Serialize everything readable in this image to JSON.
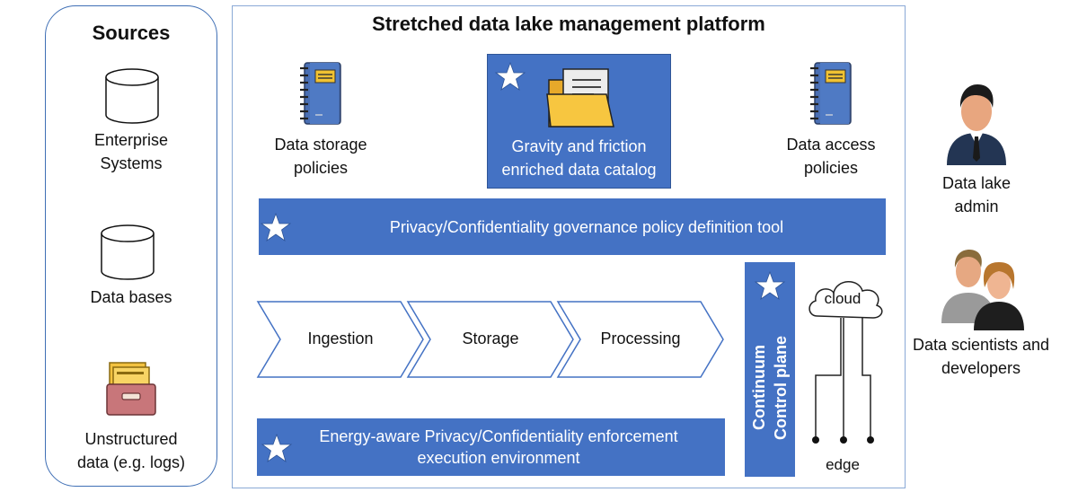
{
  "sources": {
    "title": "Sources",
    "items": [
      {
        "label_line1": "Enterprise",
        "label_line2": "Systems",
        "icon": "database-icon"
      },
      {
        "label_line1": "Data bases",
        "icon": "database-icon"
      },
      {
        "label_line1": "Unstructured",
        "label_line2": "data (e.g. logs)",
        "icon": "file-cabinet-icon"
      }
    ]
  },
  "platform": {
    "title": "Stretched data lake management platform",
    "storage_policies": {
      "line1": "Data storage",
      "line2": "policies",
      "icon": "notebook-icon"
    },
    "access_policies": {
      "line1": "Data access",
      "line2": "policies",
      "icon": "notebook-icon"
    },
    "catalog": {
      "line1": "Gravity and friction",
      "line2": "enriched data catalog",
      "icon": "folder-icon"
    },
    "privacy_tool": "Privacy/Confidentiality governance policy definition tool",
    "pipeline": [
      "Ingestion",
      "Storage",
      "Processing"
    ],
    "enforcement": {
      "line1": "Energy-aware Privacy/Confidentiality enforcement",
      "line2": "execution environment"
    },
    "continuum": {
      "line1": "Continuum",
      "line2": "Control plane"
    },
    "cloud_label": "cloud",
    "edge_label": "edge"
  },
  "actors": {
    "admin": {
      "line1": "Data lake",
      "line2": "admin",
      "icon": "admin-person-icon"
    },
    "scientists": {
      "line1": "Data scientists and",
      "line2": "developers",
      "icon": "users-icon"
    }
  },
  "colors": {
    "blue": "#4472c4",
    "outline": "#3f6fb5",
    "star": "#ffffff"
  }
}
